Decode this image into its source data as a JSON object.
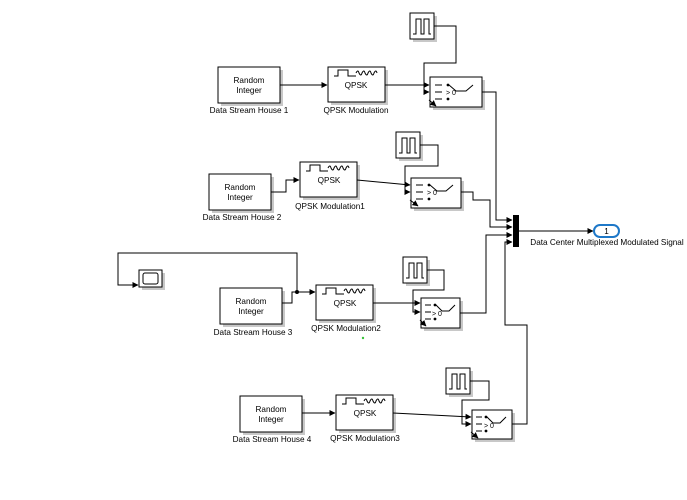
{
  "houses": [
    {
      "source_line1": "Random",
      "source_line2": "Integer",
      "source_caption": "Data Stream House 1",
      "modulator_text": "QPSK",
      "modulator_caption": "QPSK Modulation"
    },
    {
      "source_line1": "Random",
      "source_line2": "Integer",
      "source_caption": "Data Stream House 2",
      "modulator_text": "QPSK",
      "modulator_caption": "QPSK Modulation1"
    },
    {
      "source_line1": "Random",
      "source_line2": "Integer",
      "source_caption": "Data Stream House 3",
      "modulator_text": "QPSK",
      "modulator_caption": "QPSK Modulation2"
    },
    {
      "source_line1": "Random",
      "source_line2": "Integer",
      "source_caption": "Data Stream House 4",
      "modulator_text": "QPSK",
      "modulator_caption": "QPSK Modulation3"
    }
  ],
  "switch_threshold": "> 0",
  "outport": {
    "number": "1",
    "caption": "Data Center Multiplexed Modulated Signal",
    "color": "#1e78c8"
  },
  "icons": {
    "pulse": "pulse-generator-icon",
    "scope": "scope-icon",
    "switch": "switch-icon",
    "mux": "mux-icon"
  }
}
